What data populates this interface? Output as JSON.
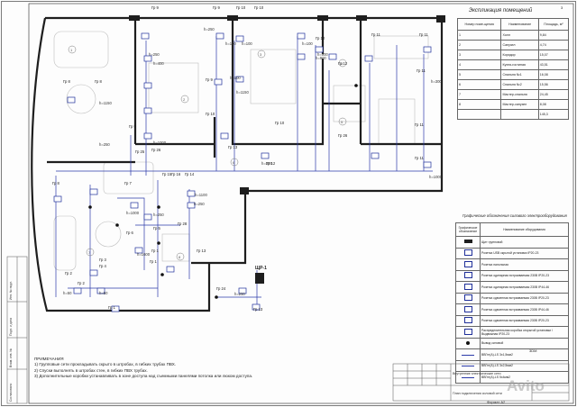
{
  "sheet": {
    "page_number": "3",
    "format": "Формат А2",
    "stamp_text": "3DМ",
    "watermark": "Avito"
  },
  "explication": {
    "title": "Экспликация помещений",
    "columns": [
      "Номер поме-щения",
      "Наименование",
      "Площадь, м²"
    ],
    "rows": [
      [
        "1",
        "Холл",
        "9,84"
      ],
      [
        "2",
        "Санузел",
        "4,74"
      ],
      [
        "3",
        "Коридор",
        "15,07"
      ],
      [
        "4",
        "Кухня-гостиная",
        "43,51"
      ],
      [
        "5",
        "Спальня №1",
        "16,08"
      ],
      [
        "6",
        "Спальня №2",
        "15,56"
      ],
      [
        "7",
        "Мастер-спальня",
        "24,45"
      ],
      [
        "8",
        "Мастер-санузел",
        "8,08"
      ],
      [
        "",
        "",
        "145,3"
      ]
    ]
  },
  "legend": {
    "title": "Графические обозначения силового электрооборудования",
    "columns": [
      "Графическое обозначение",
      "Наименование оборудования"
    ],
    "rows": [
      {
        "symbol": "shield",
        "label": "Щит групповой"
      },
      {
        "symbol": "socket-usb",
        "label": "Розетка USB скрытой установки IP20-23"
      },
      {
        "symbol": "socket-floor",
        "label": "Розетка напольная"
      },
      {
        "symbol": "socket-1",
        "label": "Розетка одинарная встраиваемая 230В IP20-23"
      },
      {
        "symbol": "socket-1-ip44",
        "label": "Розетка одинарная встраиваемая 230В IP44-46"
      },
      {
        "symbol": "socket-2",
        "label": "Розетка сдвоенная встраиваемая 230В IP20-23"
      },
      {
        "symbol": "socket-2-ip44",
        "label": "Розетка сдвоенная встраиваемая 230В IP44-46"
      },
      {
        "symbol": "socket-4",
        "label": "Розетка сдвоенная встраиваемая 230В IP20-23"
      },
      {
        "symbol": "socket-3ph",
        "label": "Распределительная коробка открытой установки /Выдвижная IP20-23"
      },
      {
        "symbol": "outlet-dot",
        "label": "Вывод силовой"
      },
      {
        "symbol": "cable-1",
        "label": "ВВГнг(А)-LS 3х1,5мм2"
      },
      {
        "symbol": "cable-2",
        "label": "ВВГнг(А)-LS 3х2,5мм2"
      },
      {
        "symbol": "cable-3",
        "label": "ВВГнг(А)-LS 5х4мм2"
      }
    ]
  },
  "notes": {
    "heading": "ПРИМЕЧАНИЯ",
    "lines": [
      "1) Групповые сети прокладывать скрыто в штробах, в гибких трубах ПВХ.",
      "2) Спуски выполнять в штробах стен, в гибких ПВХ трубах.",
      "3) Дополнительные коробки устанавливать в зоне доступа над съемными панелями потолка или люком доступа."
    ]
  },
  "title_block": {
    "line_a": "Внутренние электрические сети",
    "line_b": "План подключения силовой сети"
  },
  "side_labels": [
    "Инв. № подл.",
    "Подп. и дата",
    "Взам. инв. №",
    "Согласовано"
  ],
  "panel_label": "ЩР-1",
  "groups": [
    "Гр 1",
    "Гр 2",
    "Гр 3",
    "Гр 4",
    "Гр 5",
    "Гр 6",
    "Гр 7",
    "Гр 8",
    "Гр 9",
    "Гр 10",
    "Гр 11",
    "Гр 12",
    "Гр 13",
    "Гр 14",
    "Гр 15",
    "Гр 16",
    "Гр 24",
    "Гр 25",
    "Гр 26",
    "Гр 28"
  ],
  "heights": [
    "h=250",
    "h=300",
    "h=400",
    "h=500",
    "h=900",
    "h=1000",
    "h=1100",
    "h=1150",
    "h=1600",
    "h=50",
    "h=100"
  ],
  "room_numbers": [
    "1",
    "2",
    "3",
    "4",
    "5",
    "6",
    "7",
    "8"
  ],
  "drawing_labels": [
    {
      "id": "l1",
      "text": "Гр 9"
    },
    {
      "id": "l2",
      "text": "Гр 9"
    },
    {
      "id": "l3",
      "text": "Гр 10"
    },
    {
      "id": "l4",
      "text": "Гр 9"
    },
    {
      "id": "l5",
      "text": "Гр 10"
    },
    {
      "id": "l6",
      "text": "Гр 12"
    },
    {
      "id": "l7",
      "text": "Гр 11"
    },
    {
      "id": "l8",
      "text": "Гр 12"
    },
    {
      "id": "l9",
      "text": "Гр 11"
    },
    {
      "id": "l10",
      "text": "Гр 11"
    },
    {
      "id": "l11",
      "text": "Гр 8"
    },
    {
      "id": "l12",
      "text": "Гр 8"
    },
    {
      "id": "l13",
      "text": "Гр 9"
    },
    {
      "id": "l14",
      "text": "Гр 10"
    },
    {
      "id": "l15",
      "text": "Гр 26"
    },
    {
      "id": "l16",
      "text": "Гр 26"
    },
    {
      "id": "l17",
      "text": "Гр 25"
    },
    {
      "id": "l18",
      "text": "Гр 13"
    },
    {
      "id": "l19",
      "text": "Гр 7"
    },
    {
      "id": "l20",
      "text": "Гр 8"
    },
    {
      "id": "l21",
      "text": "Гр 2"
    },
    {
      "id": "l22",
      "text": "Гр 3"
    },
    {
      "id": "l23",
      "text": "Гр 4"
    },
    {
      "id": "l24",
      "text": "Гр 5"
    },
    {
      "id": "l25",
      "text": "Гр 1"
    },
    {
      "id": "l26",
      "text": "Гр 28"
    },
    {
      "id": "l27",
      "text": "Гр 14"
    },
    {
      "id": "l28",
      "text": "Гр 15"
    },
    {
      "id": "l29",
      "text": "Гр 16"
    },
    {
      "id": "l30",
      "text": "Гр 13"
    },
    {
      "id": "l31",
      "text": "Гр 11"
    },
    {
      "id": "l32",
      "text": "Гр 11"
    },
    {
      "id": "l33",
      "text": "Гр 6"
    },
    {
      "id": "l34",
      "text": "Гр 1"
    },
    {
      "id": "l35",
      "text": "Гр 2"
    },
    {
      "id": "l36",
      "text": "Гр 1"
    },
    {
      "id": "l37",
      "text": "Гр 13"
    },
    {
      "id": "l38",
      "text": "Гр 24"
    },
    {
      "id": "l39",
      "text": "Гр 12"
    },
    {
      "id": "l40",
      "text": "Гр 10"
    }
  ],
  "height_labels": [
    {
      "id": "h1",
      "text": "h=250"
    },
    {
      "id": "h2",
      "text": "h=100"
    },
    {
      "id": "h3",
      "text": "h=400"
    },
    {
      "id": "h4",
      "text": "h=1150"
    },
    {
      "id": "h5",
      "text": "h=250"
    },
    {
      "id": "h6",
      "text": "h=100"
    },
    {
      "id": "h7",
      "text": "h=100"
    },
    {
      "id": "h8",
      "text": "h=900"
    },
    {
      "id": "h9",
      "text": "h=300"
    },
    {
      "id": "h10",
      "text": "h=1000"
    },
    {
      "id": "h11",
      "text": "h=250"
    },
    {
      "id": "h12",
      "text": "h=1100"
    },
    {
      "id": "h13",
      "text": "h=250"
    },
    {
      "id": "h14",
      "text": "h=1000"
    },
    {
      "id": "h15",
      "text": "h=1600"
    },
    {
      "id": "h16",
      "text": "h=50"
    },
    {
      "id": "h17",
      "text": "h=250"
    },
    {
      "id": "h18",
      "text": "h=50"
    },
    {
      "id": "h19",
      "text": "h=250"
    },
    {
      "id": "h20",
      "text": "h=1000"
    },
    {
      "id": "h21",
      "text": "h=100"
    },
    {
      "id": "h22",
      "text": "h=1150"
    },
    {
      "id": "h23",
      "text": "h=900"
    },
    {
      "id": "h24",
      "text": "h=300"
    }
  ],
  "colors": {
    "wall": "#1e1e1e",
    "cable": "#2b3aa8",
    "grid": "#cfd3dc",
    "furniture": "#b9b9b9",
    "socket": "#1f2f9a",
    "watermark": "#a0a0a0"
  }
}
